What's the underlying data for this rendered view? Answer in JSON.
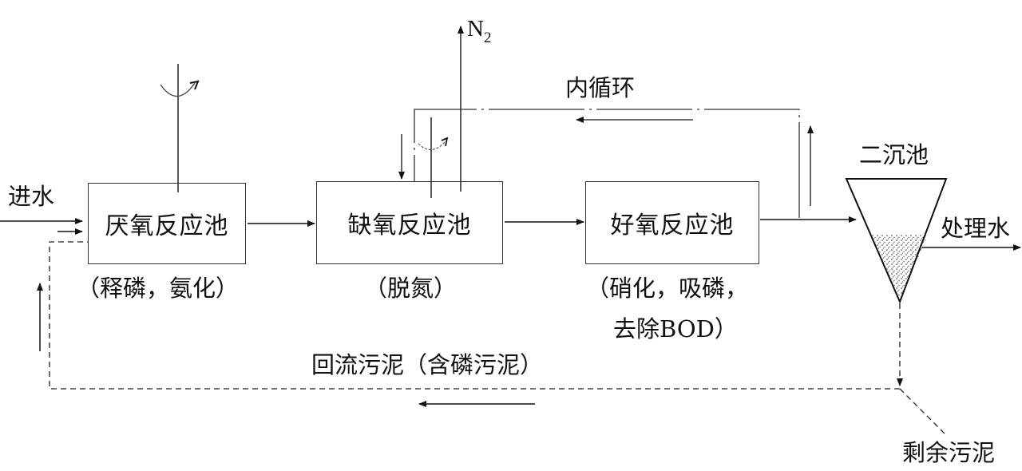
{
  "diagram": {
    "type": "process-flow",
    "subject": "A2/O wastewater treatment process",
    "tanks": [
      {
        "id": "anaerobic",
        "label": "厌氧反应池",
        "caption": "（释磷，氨化）"
      },
      {
        "id": "anoxic",
        "label": "缺氧反应池",
        "caption": "（脱氮）"
      },
      {
        "id": "aerobic",
        "label": "好氧反应池",
        "caption_line1": "（硝化，吸磷，",
        "caption_line2": "去除BOD）"
      },
      {
        "id": "clarifier",
        "label": "二沉池"
      }
    ],
    "flows": {
      "influent": "进水",
      "effluent": "处理水",
      "nitrogen_gas": "N",
      "nitrogen_subscript": "2",
      "internal_recycle": "内循环",
      "return_sludge": "回流污泥（含磷污泥）",
      "excess_sludge": "剩余污泥"
    },
    "edges": [
      {
        "from": "influent",
        "to": "anaerobic",
        "style": "solid"
      },
      {
        "from": "anaerobic",
        "to": "anoxic",
        "style": "solid"
      },
      {
        "from": "anoxic",
        "to": "aerobic",
        "style": "solid"
      },
      {
        "from": "aerobic",
        "to": "clarifier",
        "style": "solid"
      },
      {
        "from": "clarifier",
        "to": "effluent",
        "style": "solid"
      },
      {
        "from": "aerobic",
        "to": "anoxic",
        "label": "内循环",
        "style": "dash-dot"
      },
      {
        "from": "clarifier",
        "to": "anaerobic",
        "label": "回流污泥（含磷污泥）",
        "style": "dashed"
      },
      {
        "from": "clarifier",
        "to": "excess_sludge",
        "style": "dashed"
      },
      {
        "from": "anoxic",
        "to": "nitrogen_gas",
        "style": "solid"
      }
    ]
  }
}
